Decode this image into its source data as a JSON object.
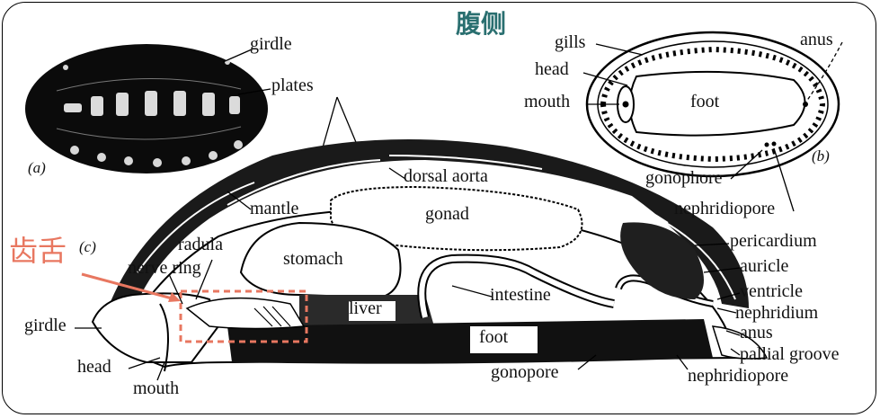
{
  "annotations": {
    "ventral_side": "腹侧",
    "radula_cn": "齿舌",
    "highlight_color": "#e87760",
    "ventral_color": "#2a6f70"
  },
  "panel_labels": {
    "a": "(a)",
    "b": "(b)",
    "c": "(c)"
  },
  "labels_a": {
    "girdle": "girdle",
    "plates": "plates"
  },
  "labels_b": {
    "gills": "gills",
    "head": "head",
    "mouth": "mouth",
    "foot": "foot",
    "anus": "anus",
    "gonophore": "gonophore",
    "nephridiopore": "nephridiopore"
  },
  "labels_c": {
    "dorsal_aorta": "dorsal aorta",
    "mantle": "mantle",
    "gonad": "gonad",
    "radula": "radula",
    "nerve_ring": "nerve ring",
    "stomach": "stomach",
    "intestine": "intestine",
    "liver": "liver",
    "foot": "foot",
    "girdle": "girdle",
    "head": "head",
    "mouth": "mouth",
    "gonopore": "gonopore",
    "nephridiopore": "nephridiopore",
    "pericardium": "pericardium",
    "auricle": "auricle",
    "ventricle": "ventricle",
    "nephridium": "nephridium",
    "anus": "anus",
    "pallial_groove": "pallial groove"
  }
}
